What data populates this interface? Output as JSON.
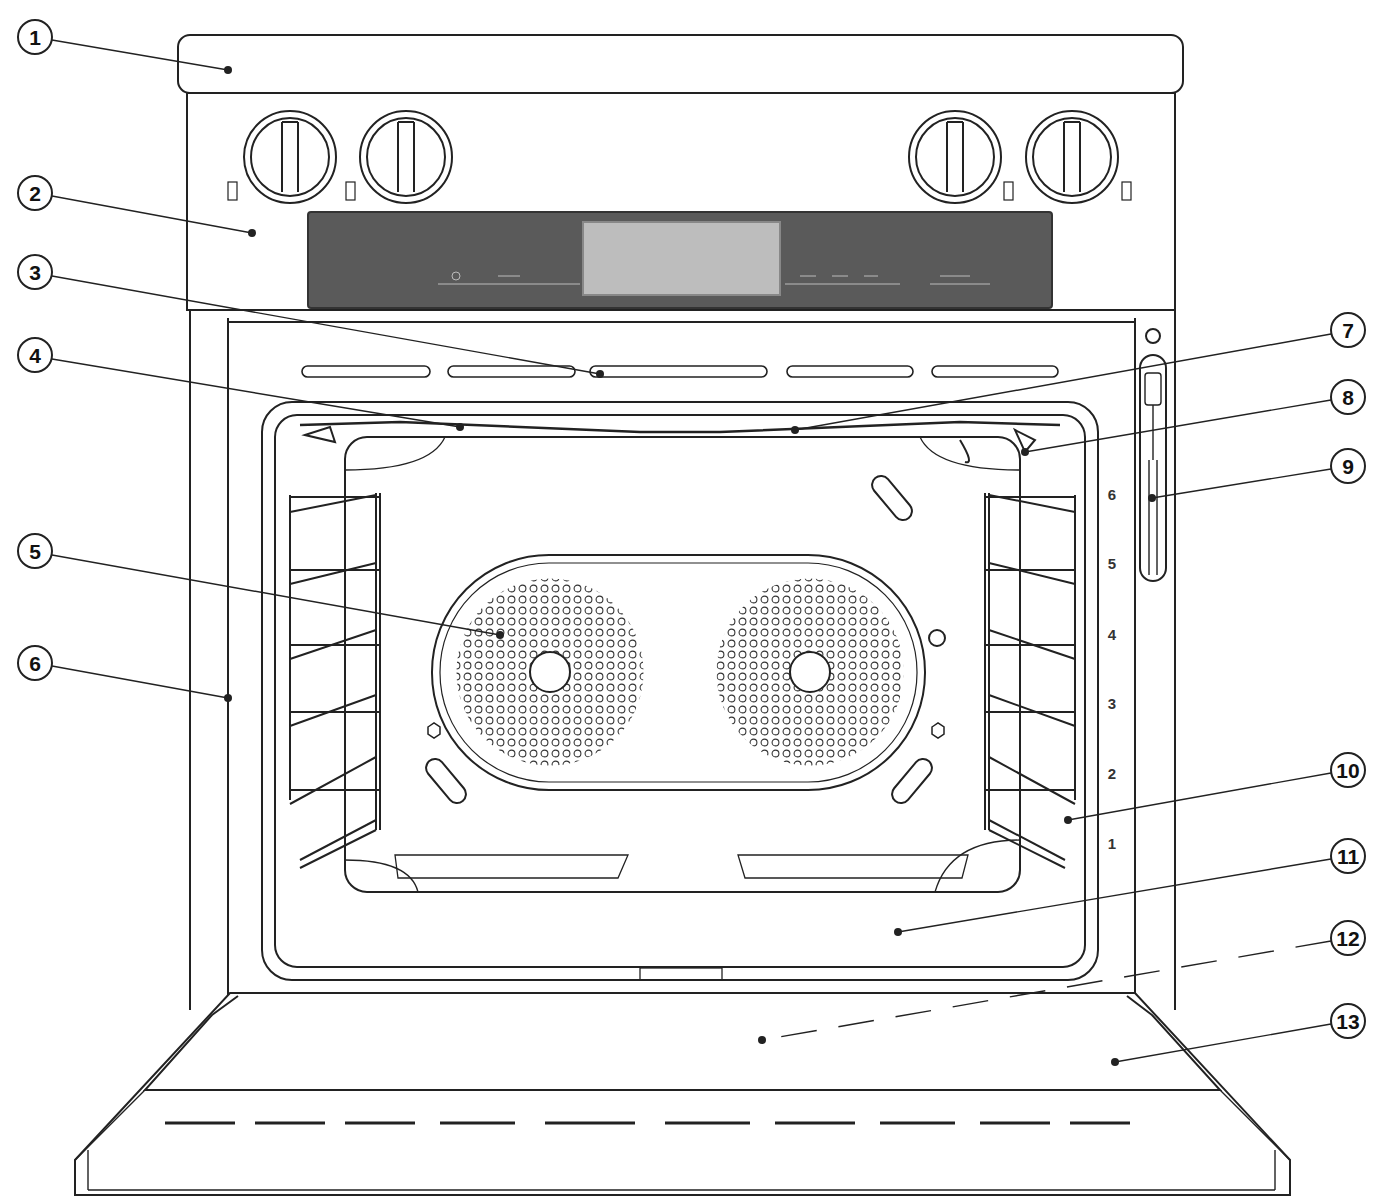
{
  "diagram": {
    "labels": [
      "1",
      "2",
      "3",
      "4",
      "5",
      "6",
      "7",
      "8",
      "9",
      "10",
      "11",
      "12",
      "13",
      "6",
      "5",
      "4",
      "3",
      "2",
      "1"
    ]
  }
}
